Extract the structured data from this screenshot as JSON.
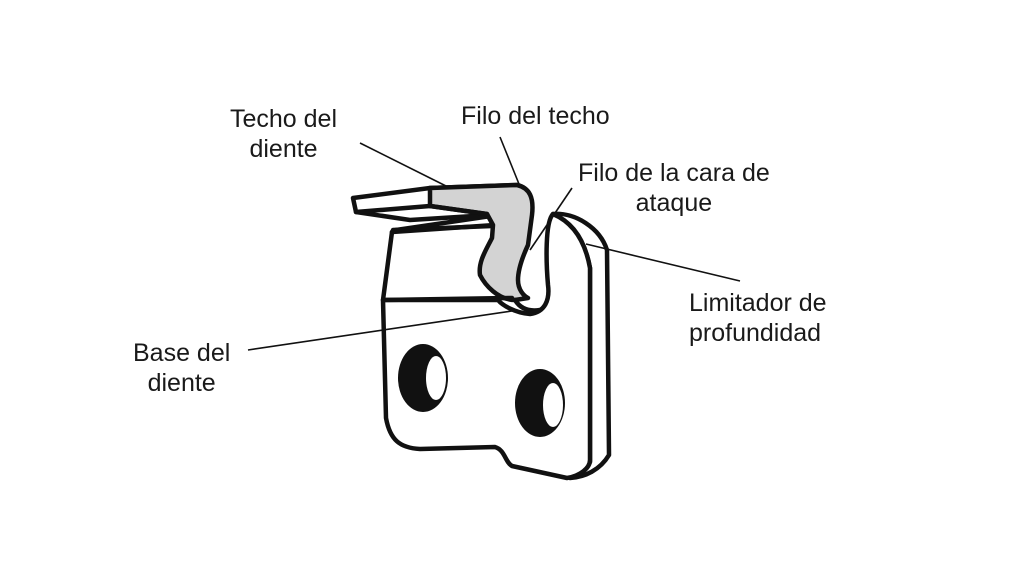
{
  "labels": {
    "techo_del_diente": [
      "Techo del",
      "diente"
    ],
    "filo_del_techo": [
      "Filo del techo"
    ],
    "filo_cara_ataque": [
      "Filo de la cara de",
      "ataque"
    ],
    "limitador_profundidad": [
      "Limitador de",
      "profundidad"
    ],
    "base_del_diente": [
      "Base del",
      "diente"
    ]
  },
  "colors": {
    "outline": "#111111",
    "highlight": "#d3d3d3",
    "fill": "#ffffff"
  }
}
